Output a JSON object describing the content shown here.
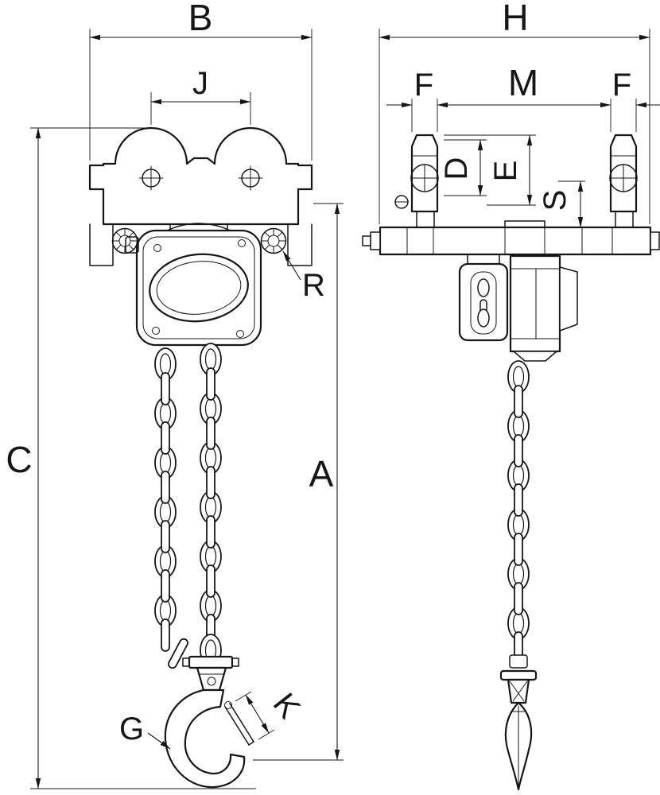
{
  "colors": {
    "line": "#161616",
    "background": "#ffffff"
  },
  "front_view": {
    "labels": {
      "B": "B",
      "J": "J",
      "C": "C",
      "A": "A",
      "R": "R",
      "G": "G",
      "K": "K"
    }
  },
  "side_view": {
    "labels": {
      "H": "H",
      "F_left": "F",
      "M": "M",
      "F_right": "F",
      "D": "D",
      "E": "E",
      "S": "S"
    }
  }
}
